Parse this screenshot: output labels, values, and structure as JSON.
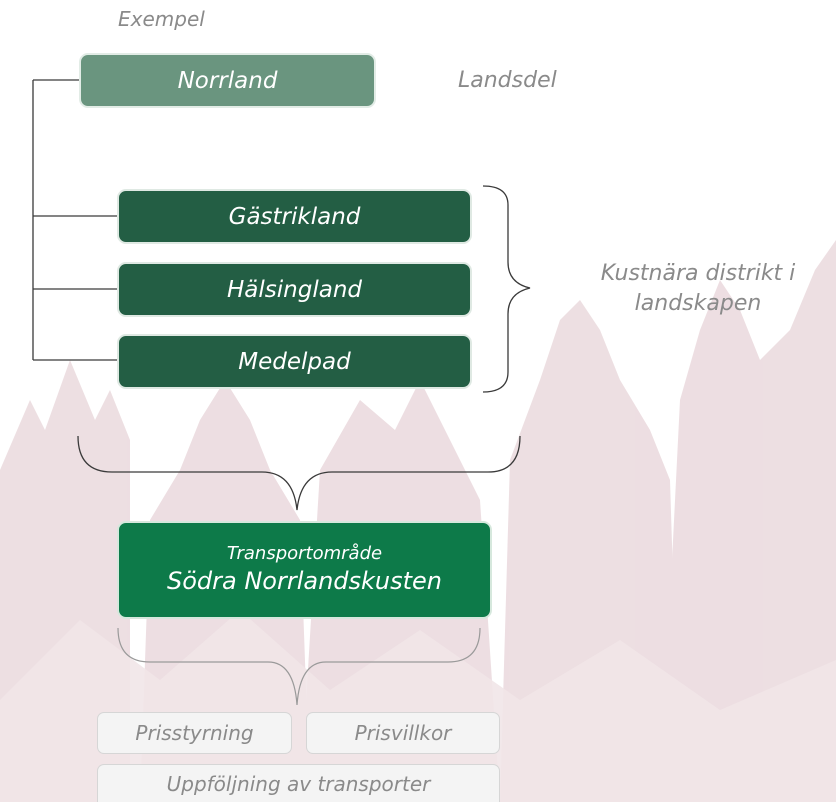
{
  "example_label": "Exempel",
  "landsdel": {
    "box_label": "Norrland",
    "side_label": "Landsdel"
  },
  "districts": {
    "items": [
      "Gästrikland",
      "Hälsingland",
      "Medelpad"
    ],
    "side_label": "Kustnära distrikt i landskapen"
  },
  "transport_area": {
    "caption": "Transportområde",
    "name": "Södra Norrlandskusten"
  },
  "outcomes": {
    "items": [
      "Prisstyrning",
      "Prisvillkor",
      "Uppföljning av transporter"
    ]
  },
  "colors": {
    "landsdel_box": "#6a957f",
    "district_box": "#235e44",
    "transport_box": "#0d7a49",
    "outcome_box": "#f4f4f4",
    "muted_text": "#8a8a8a",
    "background_trees": "#e8d6da"
  },
  "background_image": "misty-forest-silhouette"
}
